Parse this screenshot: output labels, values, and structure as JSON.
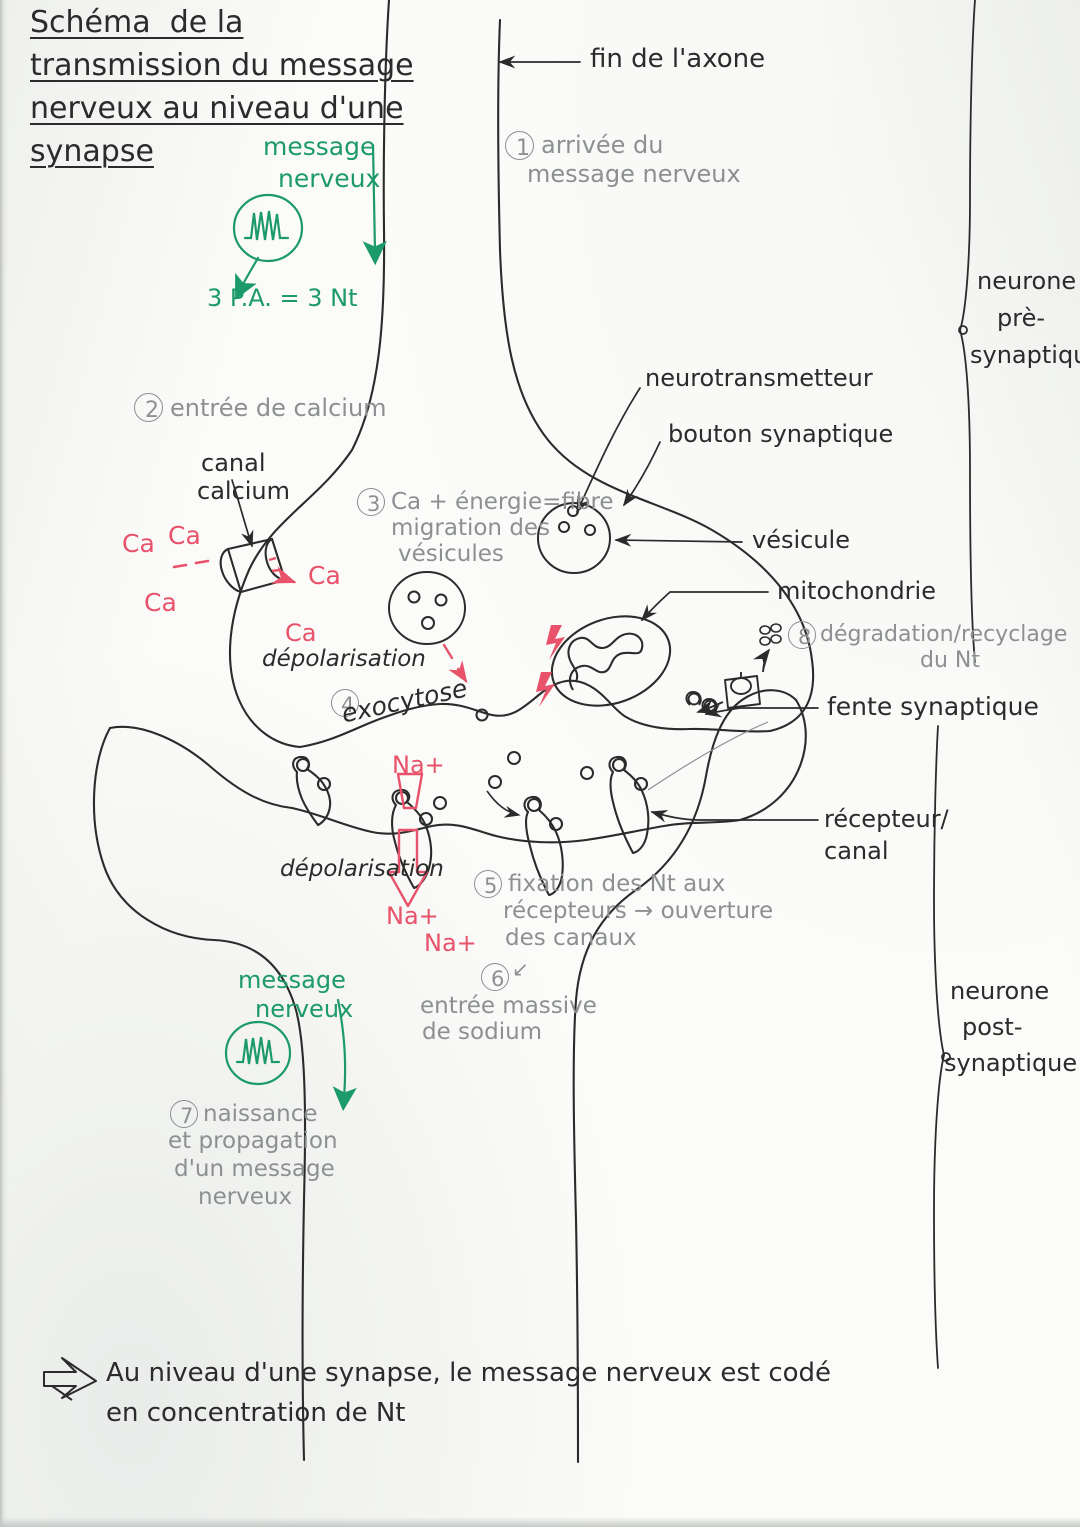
{
  "document": {
    "title_lines": [
      "Schéma  de la",
      "transmission du message",
      "nerveux au niveau d'une",
      "synapse"
    ],
    "conclusion_line1": "Au niveau d'une synapse, le message nerveux est codé",
    "conclusion_line2": "en concentration de Nt",
    "conclusion_arrow": "double-arrow-icon"
  },
  "green_annotations": {
    "top": {
      "label_line1": "message",
      "label_line2": "nerveux",
      "spike_icon": "action-potential-spikes-icon",
      "equation": "3 P.A. = 3 Nt"
    },
    "bottom": {
      "label_line1": "message",
      "label_line2": "nerveux",
      "spike_icon": "action-potential-spikes-icon"
    }
  },
  "steps": [
    {
      "number": "1",
      "text_lines": [
        "arrivée du",
        "message nerveux"
      ]
    },
    {
      "number": "2",
      "text_lines": [
        "entrée de calcium"
      ]
    },
    {
      "number": "3",
      "text_lines": [
        "Ca + énergie=fibre",
        "migration des",
        "vésicules"
      ]
    },
    {
      "number": "4",
      "text_lines": [
        "exocytose"
      ]
    },
    {
      "number": "5",
      "text_lines": [
        "fixation des Nt aux",
        "récepteurs → ouverture",
        "des canaux"
      ]
    },
    {
      "number": "6",
      "text_lines": [
        "entrée massive",
        "de sodium"
      ]
    },
    {
      "number": "7",
      "text_lines": [
        "naissance",
        "et propagation",
        "d'un message",
        "nerveux"
      ]
    },
    {
      "number": "8",
      "text_lines": [
        "dégradation/recyclage",
        "du Nt"
      ]
    }
  ],
  "labels": {
    "fin_axone": "fin de l'axone",
    "canal_calcium_l1": "canal",
    "canal_calcium_l2": "calcium",
    "neurotransmetteur": "neurotransmetteur",
    "bouton_synaptique": "bouton synaptique",
    "vesicule": "vésicule",
    "mitochondrie": "mitochondrie",
    "fente_synaptique": "fente synaptique",
    "recepteur_l1": "récepteur/",
    "recepteur_l2": "canal",
    "neurone_pre": [
      "neurone",
      "prè-",
      "synaptique"
    ],
    "neurone_post": [
      "neurone",
      "post-",
      "synaptique"
    ]
  },
  "ions": {
    "ca_outside": [
      "Ca",
      "Ca",
      "Ca"
    ],
    "ca_inside": "Ca",
    "ca_depol_label": "Ca",
    "depolarisation_pre": "dépolarisation",
    "na_top": "Na+",
    "na_mid": "Na+",
    "na_bottom": "Na+",
    "depolarisation_post": "dépolarisation"
  },
  "colors": {
    "ink": "#2b2b2b",
    "pencil": "#8d9093",
    "green": "#1d9a69",
    "red": "#e8526a",
    "paper": "#fbfbf9"
  }
}
